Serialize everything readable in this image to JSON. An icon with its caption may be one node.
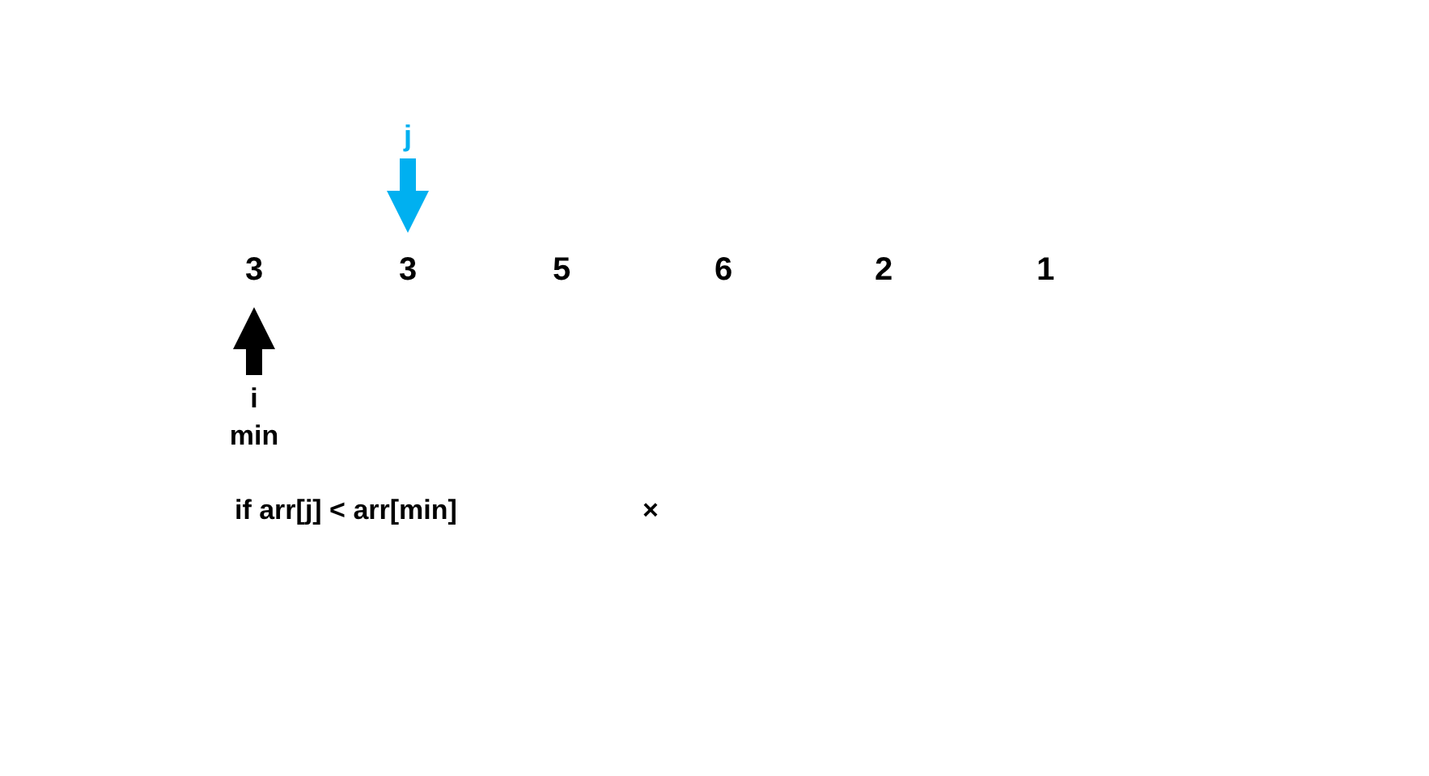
{
  "diagram": {
    "nodes": [
      {
        "text": [
          "3"
        ]
      },
      {
        "text": [
          "3"
        ]
      },
      {
        "text": [
          "5"
        ]
      },
      {
        "text": [
          "6"
        ]
      },
      {
        "text": [
          "2"
        ]
      },
      {
        "text": [
          "1"
        ]
      },
      {
        "text": [
          "j"
        ]
      },
      {
        "text": [
          "i",
          "min"
        ]
      }
    ],
    "edges": [
      {
        "from": 6,
        "to": 1,
        "arrow": "to",
        "color": "#00b0f0"
      },
      {
        "from": 7,
        "to": 0,
        "arrow": "to",
        "color": "#000000"
      }
    ],
    "labels": [
      "if arr[j] < arr[min]",
      "×"
    ]
  }
}
